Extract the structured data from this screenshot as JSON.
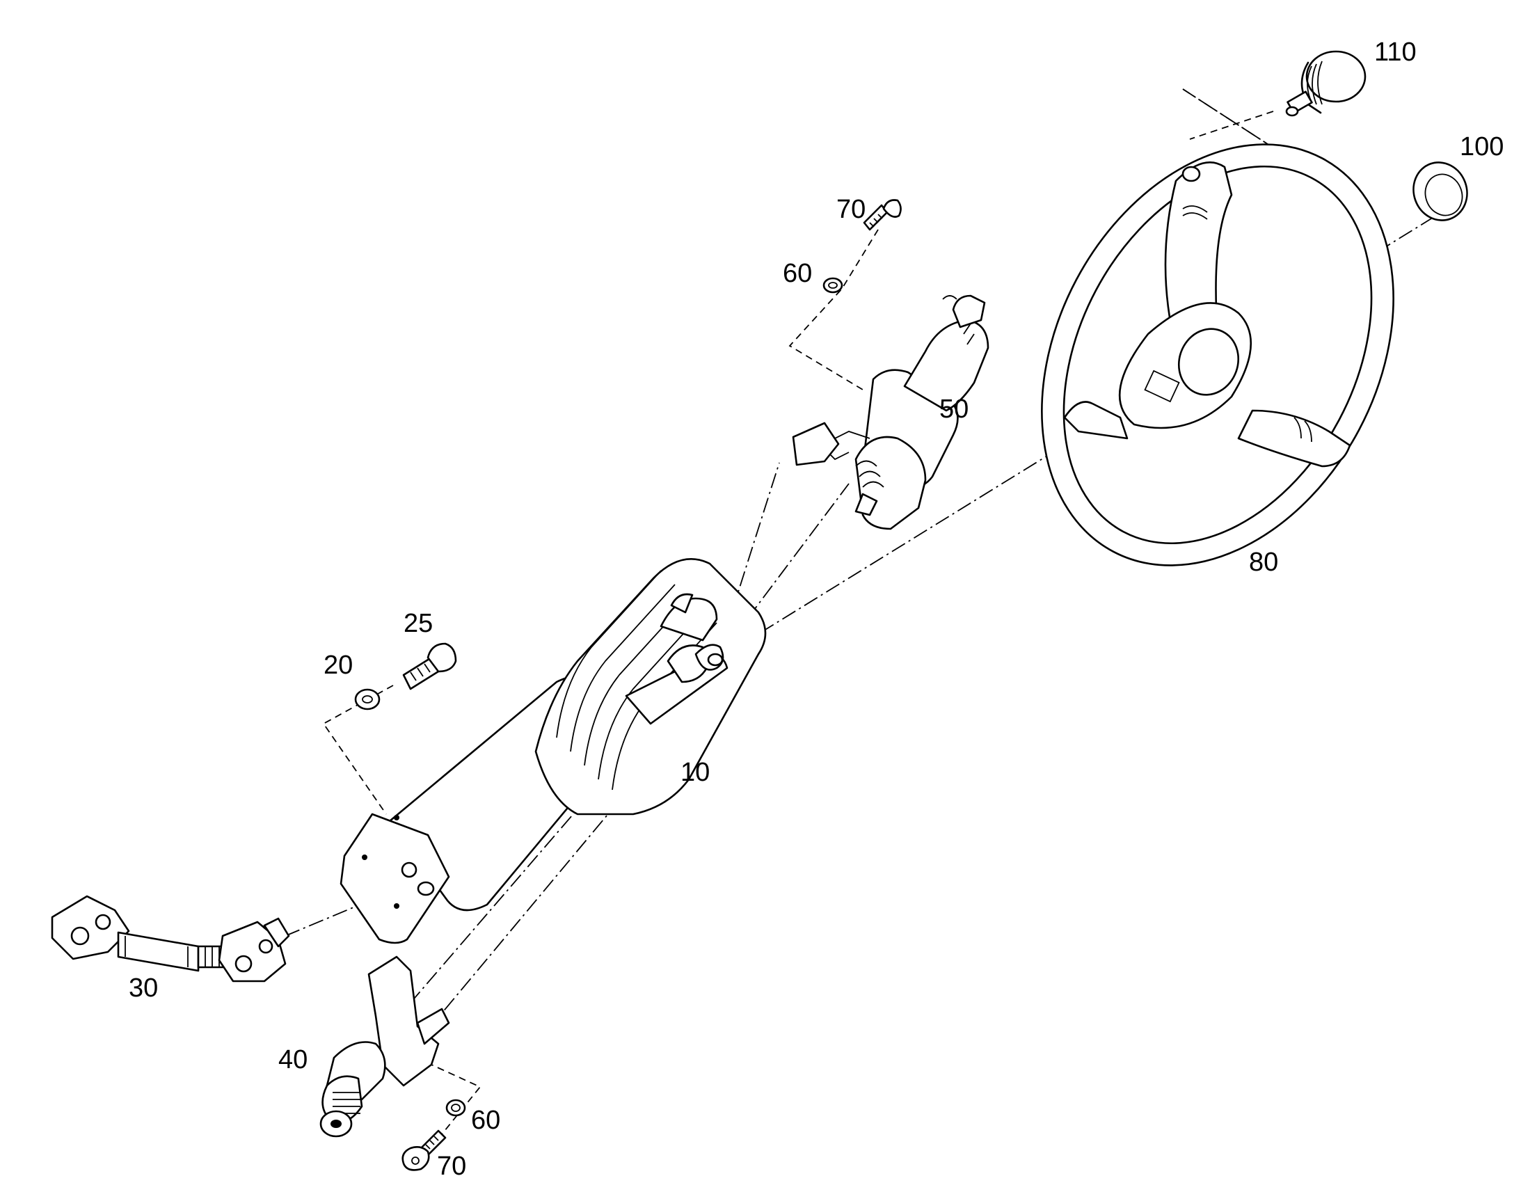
{
  "callouts": {
    "c10": "10",
    "c20": "20",
    "c25": "25",
    "c30": "30",
    "c40": "40",
    "c50": "50",
    "c60_top": "60",
    "c60_bottom": "60",
    "c70_top": "70",
    "c70_bottom": "70",
    "c80": "80",
    "c100": "100",
    "c110": "110"
  }
}
